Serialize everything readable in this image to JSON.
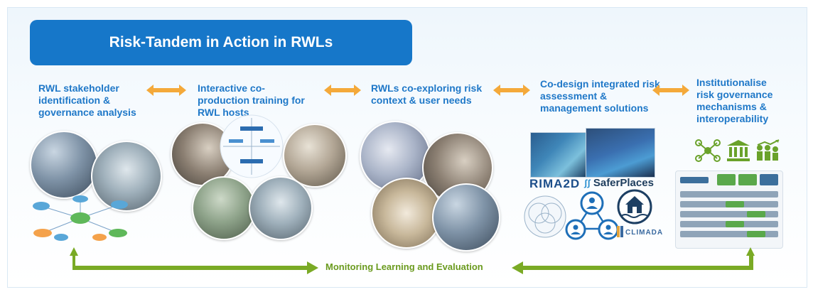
{
  "title": "Risk-Tandem in Action in RWLs",
  "stages": [
    {
      "label": "RWL stakeholder identification & governance analysis"
    },
    {
      "label": "Interactive co-production training for RWL hosts"
    },
    {
      "label": "RWLs co-exploring risk context  & user needs"
    },
    {
      "label": "Co-design integrated risk assessment & management solutions"
    },
    {
      "label": "Institutionalise risk governance mechanisms & interoperability"
    }
  ],
  "tool_logos": {
    "rima": "RIMA2D",
    "safer": "SaferPlaces",
    "climada": "CLIMADA"
  },
  "feedback_loop_label": "Monitoring Learning and Evaluation",
  "icons": [
    "network-icon",
    "institution-icon",
    "people-growth-icon",
    "group-network-icon",
    "flood-house-icon"
  ],
  "colors": {
    "title_bar": "#1677c9",
    "stage_text": "#1f78c8",
    "stage_arrow": "#f4a93a",
    "loop_arrow": "#7aaa25"
  }
}
